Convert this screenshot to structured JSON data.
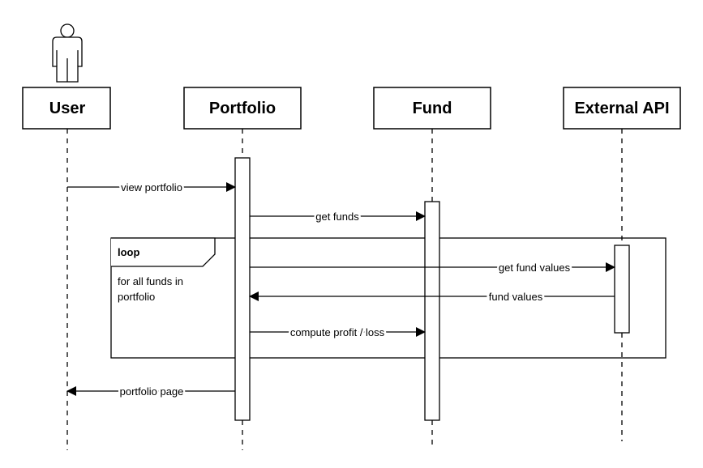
{
  "diagram": {
    "lifelines": [
      {
        "id": "user",
        "label": "User",
        "is_actor": true
      },
      {
        "id": "portfolio",
        "label": "Portfolio"
      },
      {
        "id": "fund",
        "label": "Fund"
      },
      {
        "id": "external",
        "label": "External API"
      }
    ],
    "messages": [
      {
        "label": "view portfolio",
        "from": "user",
        "to": "portfolio"
      },
      {
        "label": "get funds",
        "from": "portfolio",
        "to": "fund"
      },
      {
        "label": "get fund values",
        "from": "portfolio",
        "to": "external"
      },
      {
        "label": "fund values",
        "from": "external",
        "to": "portfolio"
      },
      {
        "label": "compute profit / loss",
        "from": "portfolio",
        "to": "fund"
      },
      {
        "label": "portfolio page",
        "from": "portfolio",
        "to": "user"
      }
    ],
    "loop_frame": {
      "tag": "loop",
      "guard_line1": "for all funds in",
      "guard_line2": "portfolio"
    }
  }
}
